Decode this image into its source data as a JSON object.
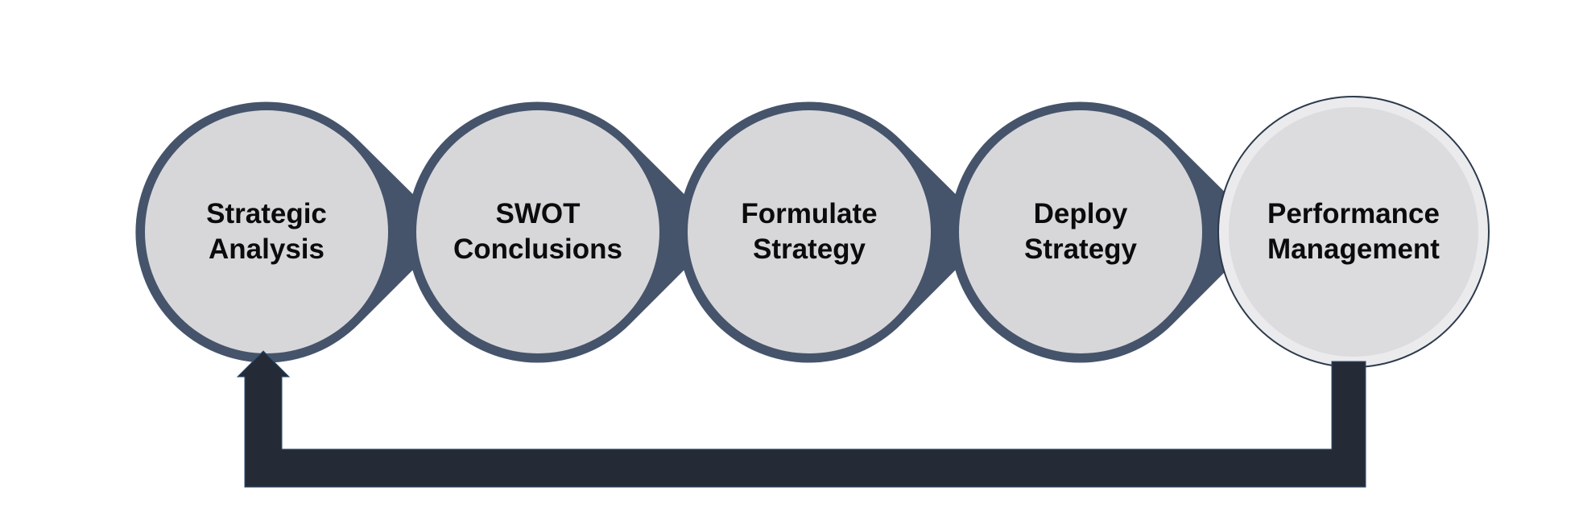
{
  "diagram": {
    "steps": [
      {
        "line1": "Strategic",
        "line2": "Analysis"
      },
      {
        "line1": "SWOT",
        "line2": "Conclusions"
      },
      {
        "line1": "Formulate",
        "line2": "Strategy"
      },
      {
        "line1": "Deploy",
        "line2": "Strategy"
      },
      {
        "line1": "Performance",
        "line2": "Management"
      }
    ],
    "colors": {
      "ring": "#45546b",
      "fill": "#d7d7da",
      "last_ring": "#2d3a4c",
      "last_fill_outer": "#ebebed",
      "last_fill_inner": "#dcdcdf",
      "feedback_arrow": "#252b36"
    }
  }
}
